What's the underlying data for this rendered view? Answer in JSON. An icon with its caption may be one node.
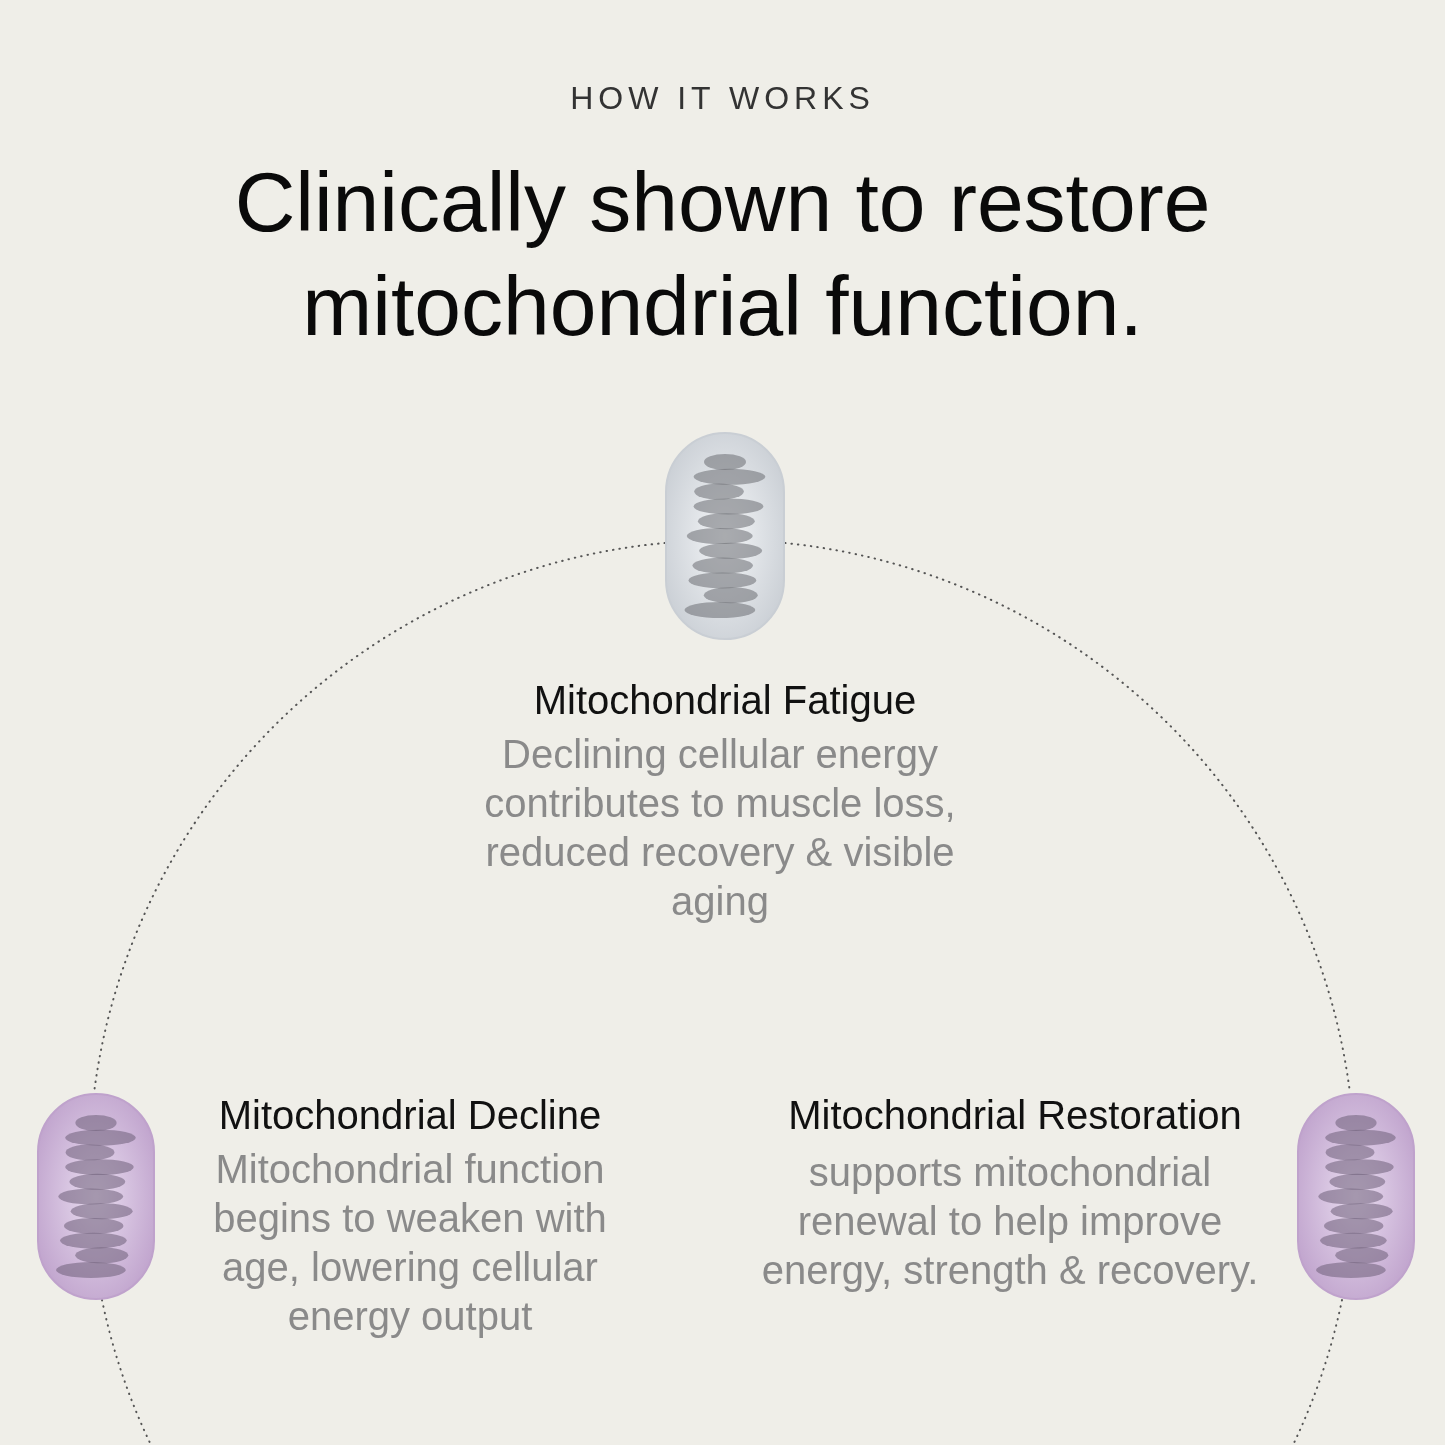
{
  "diagram": {
    "title": "Clinically shown to restore mitochondrial function.",
    "nodes": [
      {
        "text": [],
        "shape": "picture",
        "beside": [
          "Mitochondrial Fatigue",
          "Declining cellular energy contributes to muscle loss, reduced recovery & visible aging"
        ]
      },
      {
        "text": [],
        "shape": "picture",
        "beside": [
          "Mitochondrial Decline",
          "Mitochondrial function begins to weaken with age, lowering cellular energy output"
        ]
      },
      {
        "text": [],
        "shape": "picture",
        "beside": [
          "Mitochondrial Restoration",
          "supports mitochondrial renewal to help improve energy, strength & recovery."
        ]
      }
    ],
    "edges": [
      {
        "from": 0,
        "to": 1,
        "arrow": "none",
        "style": "dashed"
      },
      {
        "from": 0,
        "to": 2,
        "arrow": "none",
        "style": "dashed"
      },
      {
        "from": 1,
        "to": null,
        "arrow": "none",
        "style": "dashed"
      },
      {
        "from": 2,
        "to": null,
        "arrow": "none",
        "style": "dashed"
      }
    ],
    "labels": [
      "HOW IT WORKS"
    ]
  }
}
